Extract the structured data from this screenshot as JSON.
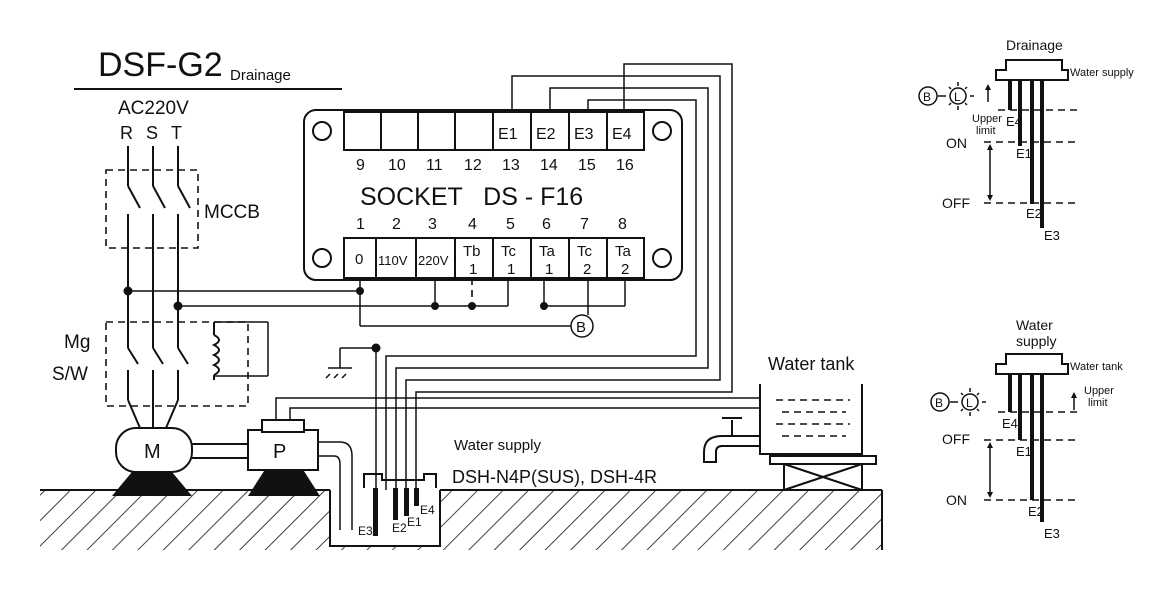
{
  "title": {
    "model": "DSF-G2",
    "mode": "Drainage"
  },
  "power": {
    "voltage": "AC220V",
    "phases": [
      "R",
      "S",
      "T"
    ]
  },
  "breaker_label": "MCCB",
  "contactor_label": {
    "line1": "Mg",
    "line2": "S/W"
  },
  "motor_label": "M",
  "pump_label": "P",
  "socket": {
    "name": "SOCKET   DS - F16",
    "top_terminals": [
      "",
      "",
      "",
      "",
      "E1",
      "E2",
      "E3",
      "E4"
    ],
    "top_numbers": [
      "9",
      "10",
      "11",
      "12",
      "13",
      "14",
      "15",
      "16"
    ],
    "bottom_numbers": [
      "1",
      "2",
      "3",
      "4",
      "5",
      "6",
      "7",
      "8"
    ],
    "bottom_terminals": [
      {
        "a": "0",
        "b": ""
      },
      {
        "a": "110V",
        "b": ""
      },
      {
        "a": "220V",
        "b": ""
      },
      {
        "a": "Tb",
        "b": "1"
      },
      {
        "a": "Tc",
        "b": "1"
      },
      {
        "a": "Ta",
        "b": "1"
      },
      {
        "a": "Tc",
        "b": "2"
      },
      {
        "a": "Ta",
        "b": "2"
      }
    ]
  },
  "lamp_label": "B",
  "water_tank_label": "Water tank",
  "sump": {
    "label1": "Water supply",
    "label2": "DSH-N4P(SUS), DSH-4R",
    "electrodes": [
      "E3",
      "E2",
      "E1",
      "E4"
    ]
  },
  "drainage_diagram": {
    "title": "Drainage",
    "top_label": "Water supply",
    "lamp_b": "B",
    "lamp_l": "L",
    "upper": "Upper",
    "limit": "limit",
    "level_high": "ON",
    "level_low": "OFF",
    "electrodes": [
      "E4",
      "E1",
      "E2",
      "E3"
    ]
  },
  "supply_diagram": {
    "title1": "Water",
    "title2": "supply",
    "top_label": "Water tank",
    "lamp_b": "B",
    "lamp_l": "L",
    "upper": "Upper",
    "limit": "limit",
    "level_high": "OFF",
    "level_low": "ON",
    "electrodes": [
      "E4",
      "E1",
      "E2",
      "E3"
    ]
  }
}
